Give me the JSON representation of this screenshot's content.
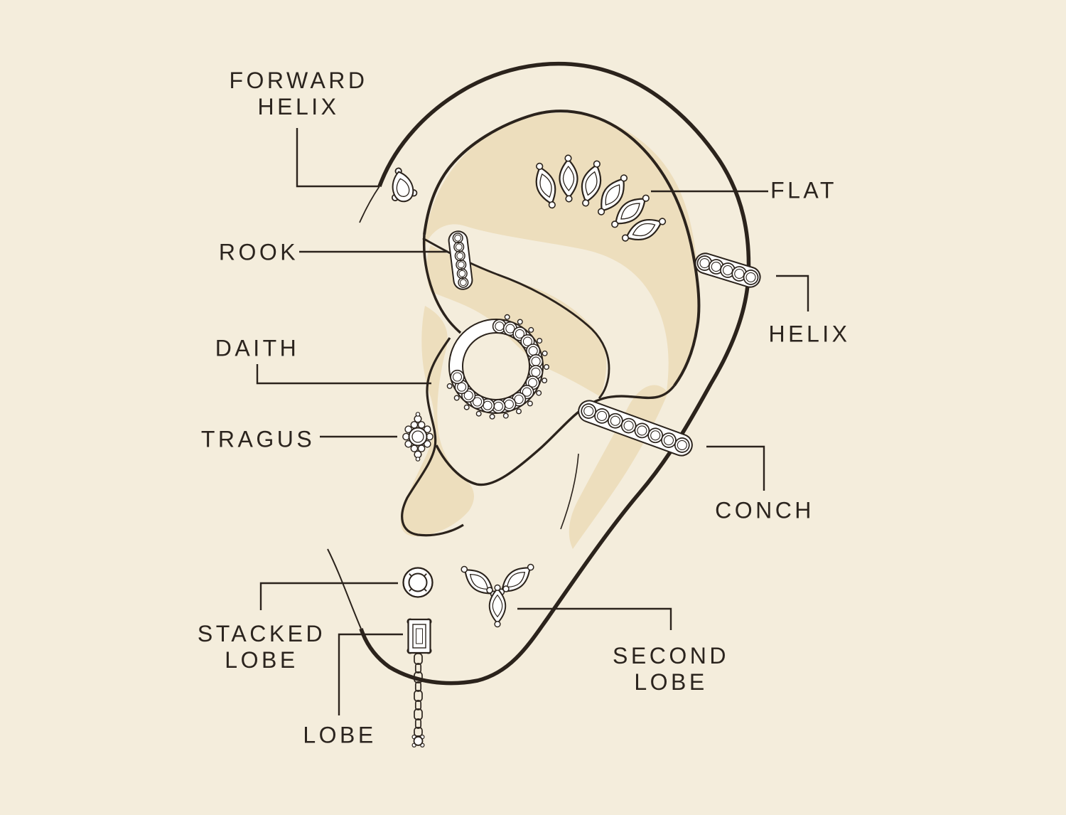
{
  "labels": {
    "forward_helix_line1": "FORWARD",
    "forward_helix_line2": "HELIX",
    "rook": "ROOK",
    "daith": "DAITH",
    "tragus": "TRAGUS",
    "stacked_lobe_line1": "STACKED",
    "stacked_lobe_line2": "LOBE",
    "lobe": "LOBE",
    "flat": "FLAT",
    "helix": "HELIX",
    "conch": "CONCH",
    "second_lobe_line1": "SECOND",
    "second_lobe_line2": "LOBE"
  },
  "colors": {
    "background": "#f4eddc",
    "shading": "#eddebd",
    "line": "#2b231c",
    "text": "#2b241e",
    "jewelry_fill": "#ffffff"
  }
}
